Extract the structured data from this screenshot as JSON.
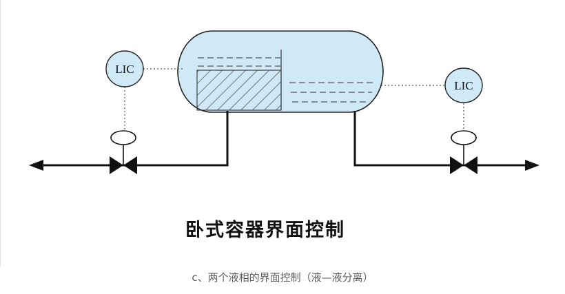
{
  "colors": {
    "vessel_fill": "#cfe9f7",
    "line": "#111111",
    "interior_line": "#333333",
    "signal_line": "#555555"
  },
  "instruments": {
    "left_controller_label": "LIC",
    "right_controller_label": "LIC"
  },
  "title": "卧式容器界面控制",
  "caption": "c、两个液相的界面控制（液—液分离）"
}
